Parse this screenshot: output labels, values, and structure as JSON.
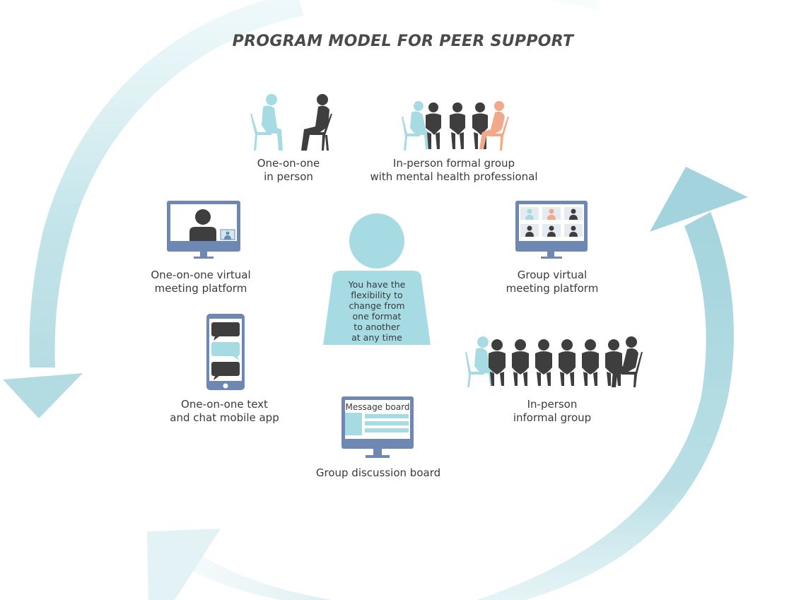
{
  "title": "PROGRAM MODEL FOR PEER SUPPORT",
  "colors": {
    "title": "#4a4a4a",
    "text": "#3a3a3a",
    "accent_light": "#a6dbe3",
    "dark_figure": "#3e3e3e",
    "orange": "#f1a98a",
    "monitor": "#6f87b3",
    "arrow_left": "#bfe2e7",
    "arrow_right": "#9ed0da"
  },
  "center": {
    "lines": [
      "You have the",
      "flexibility to",
      "change from",
      "one format",
      "to another",
      "at any time"
    ]
  },
  "formats": [
    {
      "id": "one-on-one-in-person",
      "icon": "two-seated-people-icon",
      "lines": [
        "One-on-one",
        "in person"
      ]
    },
    {
      "id": "in-person-formal-group",
      "icon": "formal-group-seated-icon",
      "lines": [
        "In-person formal group",
        "with mental health professional"
      ]
    },
    {
      "id": "one-on-one-virtual",
      "icon": "single-video-call-monitor-icon",
      "lines": [
        "One-on-one virtual",
        "meeting platform"
      ]
    },
    {
      "id": "group-virtual",
      "icon": "group-video-call-monitor-icon",
      "lines": [
        "Group virtual",
        "meeting platform"
      ]
    },
    {
      "id": "one-on-one-text-chat",
      "icon": "chat-phone-icon",
      "lines": [
        "One-on-one text",
        "and chat mobile app"
      ]
    },
    {
      "id": "in-person-informal-group",
      "icon": "informal-group-seated-icon",
      "lines": [
        "In-person",
        "informal group"
      ]
    },
    {
      "id": "group-discussion-board",
      "icon": "message-board-monitor-icon",
      "lines": [
        "Group discussion board"
      ],
      "screen_label": "Message board"
    }
  ]
}
